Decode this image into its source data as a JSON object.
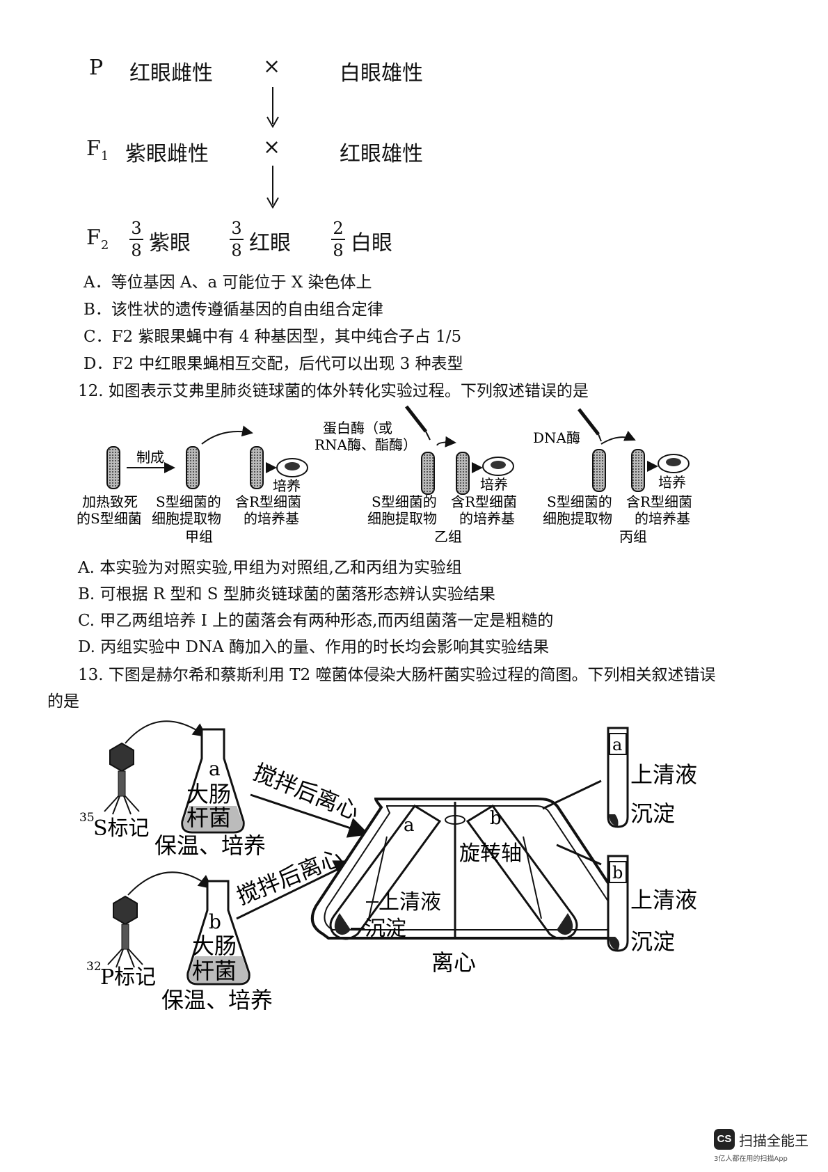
{
  "cross": {
    "p_label": "P",
    "p_female": "红眼雌性",
    "p_male": "白眼雄性",
    "cross_sign": "×",
    "f1_label": "F",
    "f1_sub": "1",
    "f1_female": "紫眼雌性",
    "f1_male": "红眼雄性",
    "f2_label": "F",
    "f2_sub": "2",
    "f2_purple_num": "3",
    "f2_purple_den": "8",
    "f2_purple": "紫眼",
    "f2_red_num": "3",
    "f2_red_den": "8",
    "f2_red": "红眼",
    "f2_white_num": "2",
    "f2_white_den": "8",
    "f2_white": "白眼"
  },
  "q11_options": [
    "A．等位基因 A、a 可能位于 X 染色体上",
    "B．该性状的遗传遵循基因的自由组合定律",
    "C．F2 紫眼果蝇中有 4 种基因型，其中纯合子占 1/5",
    "D．F2 中红眼果蝇相互交配，后代可以出现 3 种表型"
  ],
  "q12": {
    "stem": "12. 如图表示艾弗里肺炎链球菌的体外转化实验过程。下列叙述错误的是",
    "fig": {
      "make": "制成",
      "culture": "培养",
      "heat_killed_1": "加热致死",
      "heat_killed_2": "的S型细菌",
      "extract_1": "S型细菌的",
      "extract_2": "细胞提取物",
      "medium_1": "含R型细菌",
      "medium_2": "的培养基",
      "group_a": "甲组",
      "group_b": "乙组",
      "group_c": "丙组",
      "enzyme_b_1": "蛋白酶（或",
      "enzyme_b_2": "RNA酶、酯酶）",
      "enzyme_c": "DNA酶"
    },
    "options": [
      "A. 本实验为对照实验,甲组为对照组,乙和丙组为实验组",
      "B. 可根据  R 型和  S 型肺炎链球菌的菌落形态辨认实验结果",
      "C. 甲乙两组培养 I 上的菌落会有两种形态,而丙组菌落一定是粗糙的",
      "D. 丙组实验中  DNA  酶加入的量、作用的时长均会影响其实验结果"
    ]
  },
  "q13": {
    "stem_1": "13.    下图是赫尔希和蔡斯利用  T2  噬菌体侵染大肠杆菌实验过程的简图。下列相关叙述错误",
    "stem_2": "的是",
    "fig": {
      "flask_a": "a",
      "flask_b": "b",
      "ecoli_1": "大肠",
      "ecoli_2": "杆菌",
      "s_mass": "35",
      "s_label": "S标记",
      "p_mass": "32",
      "p_label": "P标记",
      "incubate": "保温、培养",
      "stir": "搅拌后离心",
      "tube_a": "a",
      "tube_b": "b",
      "axis": "旋转轴",
      "supernatant": "上清液",
      "sediment": "沉淀",
      "centrifuge": "离心"
    }
  },
  "watermark": {
    "brand": "扫描全能王",
    "badge": "CS",
    "tagline": "3亿人都在用的扫描App"
  }
}
